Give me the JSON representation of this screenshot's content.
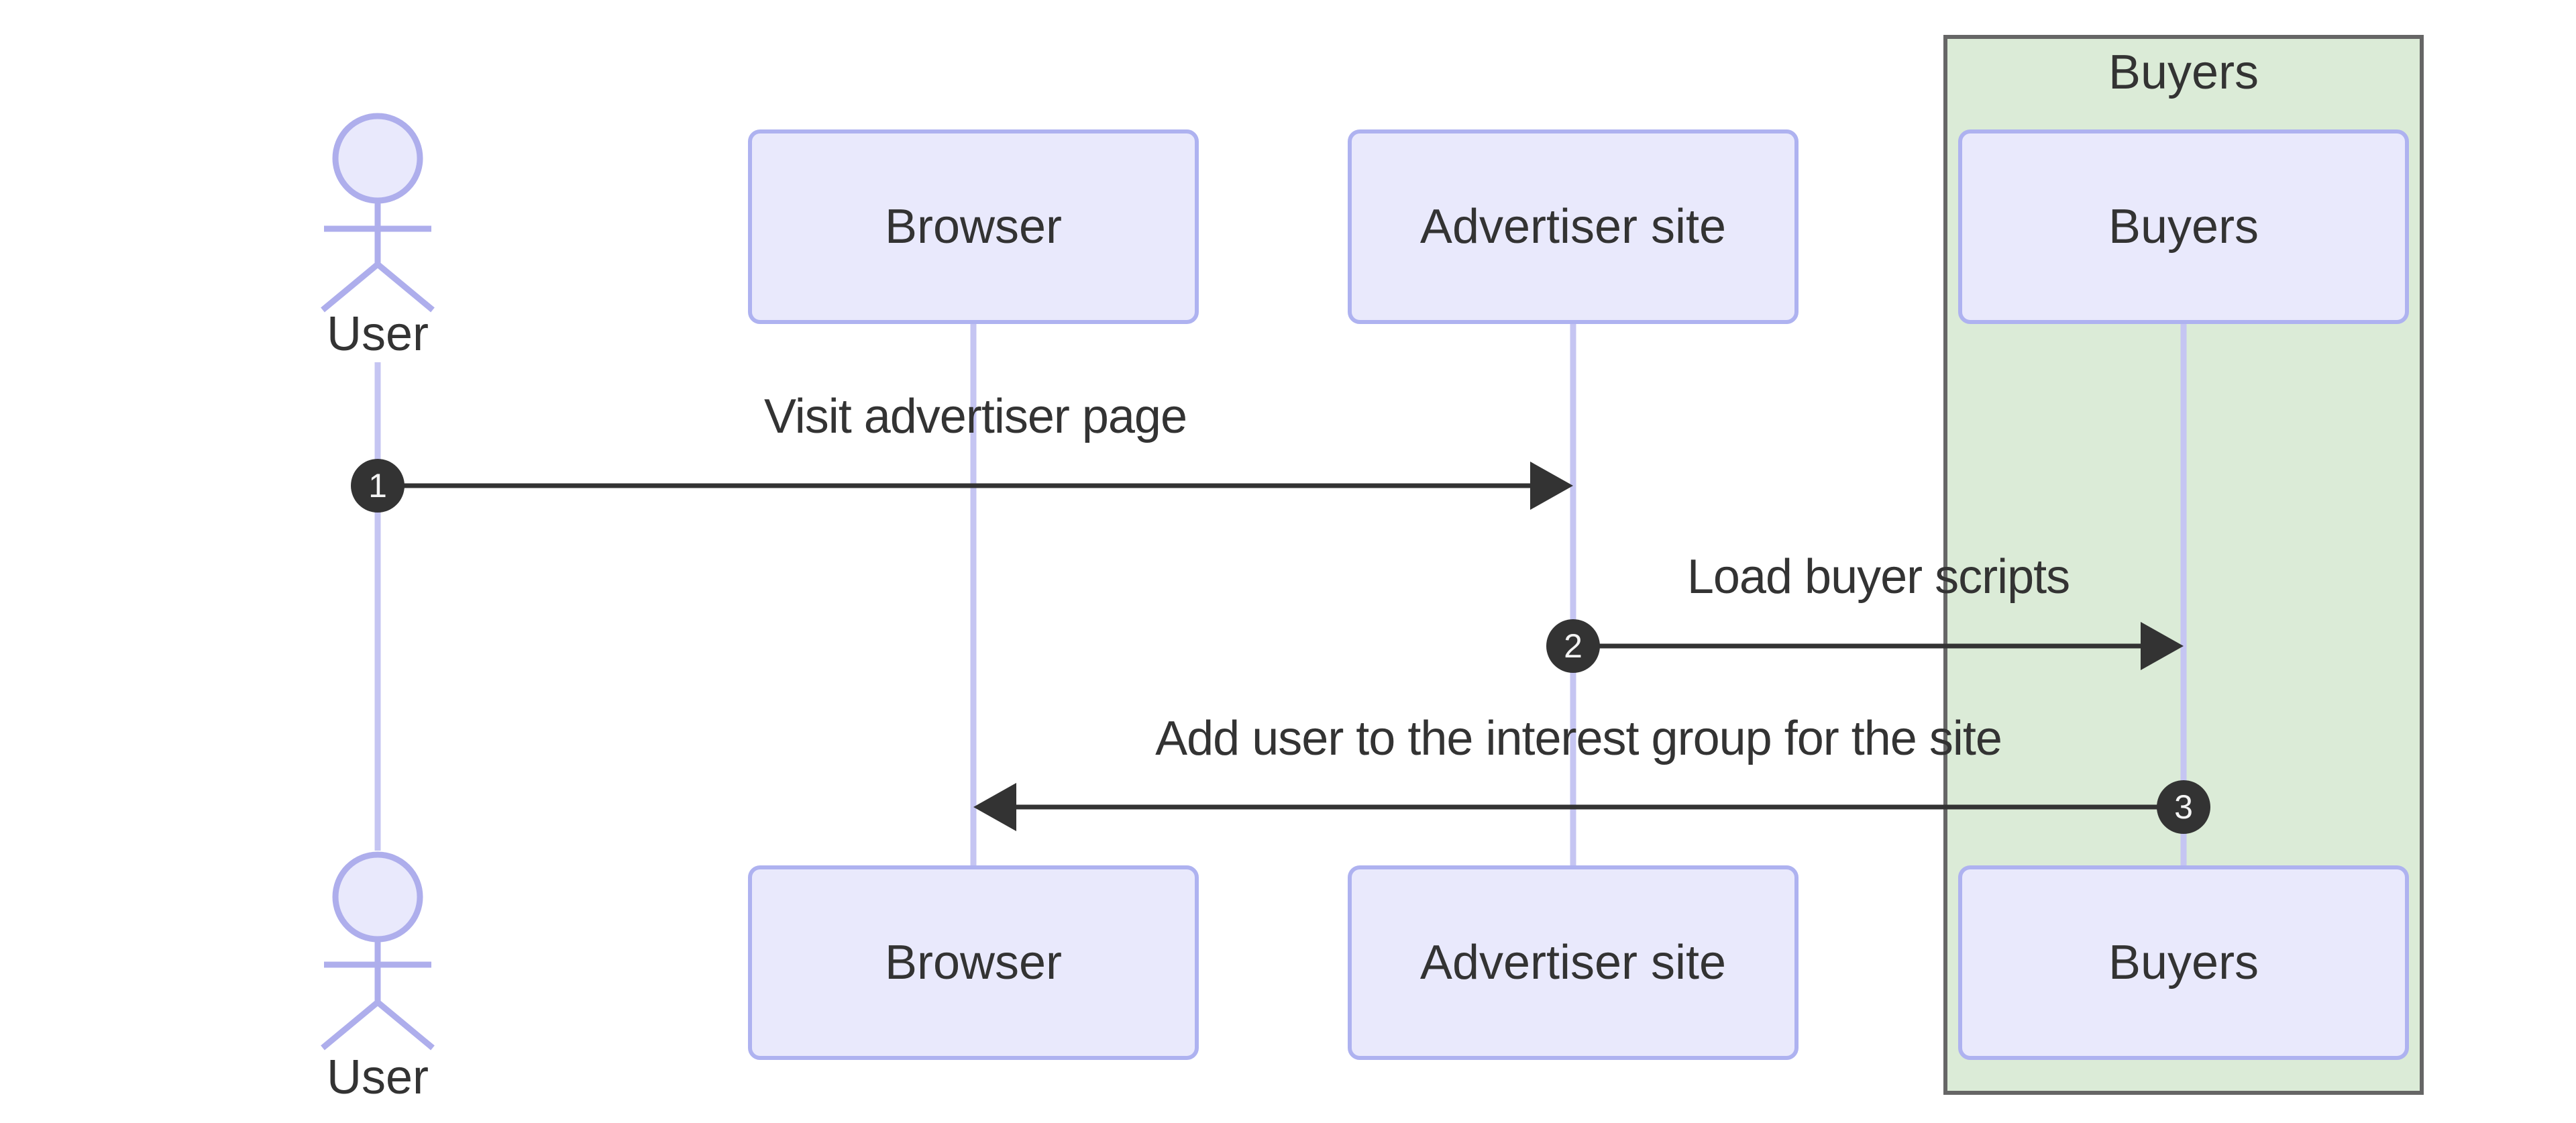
{
  "diagram": {
    "type": "sequence-diagram",
    "group": {
      "label": "Buyers"
    },
    "actors": [
      {
        "id": "user",
        "label": "User",
        "kind": "actor"
      },
      {
        "id": "browser",
        "label": "Browser",
        "kind": "participant"
      },
      {
        "id": "advertiser",
        "label": "Advertiser site",
        "kind": "participant"
      },
      {
        "id": "buyers",
        "label": "Buyers",
        "kind": "participant",
        "group": "Buyers"
      }
    ],
    "messages": [
      {
        "seq": "1",
        "from": "User",
        "to": "Advertiser site",
        "label": "Visit advertiser page"
      },
      {
        "seq": "2",
        "from": "Advertiser site",
        "to": "Buyers",
        "label": "Load buyer scripts"
      },
      {
        "seq": "3",
        "from": "Buyers",
        "to": "Browser",
        "label": "Add user to the interest group for the site"
      }
    ],
    "colors": {
      "background": "#ffffff",
      "node_fill": "#e9e9fc",
      "node_border": "#aeb2f0",
      "lifeline": "#c5c5f2",
      "actor_stroke": "#aeaeec",
      "group_fill": "#dbebd7",
      "group_border": "#666666",
      "text": "#333333",
      "arrow": "#333333",
      "badge_fill": "#333333",
      "badge_text": "#f4f4f4"
    }
  }
}
